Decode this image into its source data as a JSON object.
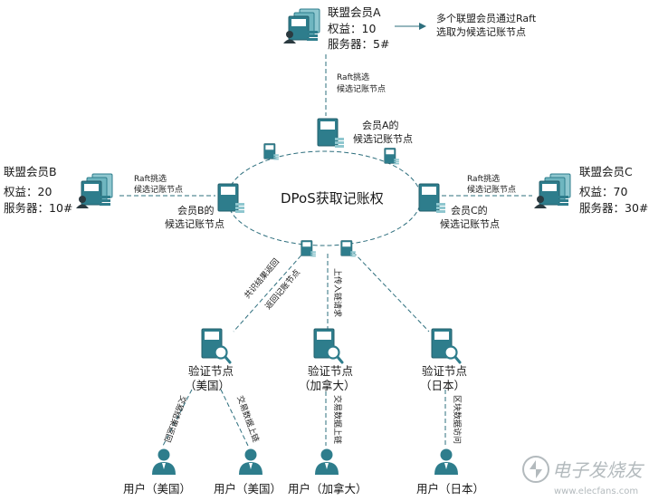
{
  "colors": {
    "primary": "#2e7d8c",
    "primary_light": "#8fc7cf",
    "line": "#2e6f7e",
    "text": "#1a1a1a",
    "watermark": "#9aa3a8"
  },
  "icons": {
    "server_stack": "server-stack-icon",
    "node": "document-node-icon",
    "small_node": "small-node-icon",
    "verify": "magnifier-document-icon",
    "user": "user-icon"
  },
  "center": {
    "title": "DPoS获取记账权"
  },
  "members": [
    {
      "name": "联盟会员A",
      "equity": "权益：10",
      "servers": "服务器：5#"
    },
    {
      "name": "联盟会员B",
      "equity": "权益：20",
      "servers": "服务器：10#"
    },
    {
      "name": "联盟会员C",
      "equity": "权益：70",
      "servers": "服务器：30#"
    }
  ],
  "note": {
    "line1": "多个联盟会员通过Raft",
    "line2": "选取为候选记账节点"
  },
  "raft": {
    "line1": "Raft挑选",
    "line2": "候选记账节点"
  },
  "candidates": [
    {
      "line1": "会员A的",
      "line2": "候选记账节点"
    },
    {
      "line1": "会员B的",
      "line2": "候选记账节点"
    },
    {
      "line1": "会员C的",
      "line2": "候选记账节点"
    }
  ],
  "verifiers": [
    {
      "title": "验证节点",
      "country": "（美国）"
    },
    {
      "title": "验证节点",
      "country": "（加拿大）"
    },
    {
      "title": "验证节点",
      "country": "（日本）"
    }
  ],
  "edge_labels": {
    "ret_a": "共识结果返回",
    "ret_b": "返回记账节点",
    "upload_req": "上传入链请求",
    "user_ret": "交易结果返回",
    "user_upload_us": "交易数据上链",
    "user_upload_ca": "交易数据上链",
    "block_access": "区块数据访问"
  },
  "users": [
    {
      "label": "用户（美国）"
    },
    {
      "label": "用户（美国）"
    },
    {
      "label": "用户（加拿大）"
    },
    {
      "label": "用户（日本）"
    }
  ],
  "watermark": {
    "brand": "电子发烧友",
    "url": "www.elecfans.com"
  }
}
